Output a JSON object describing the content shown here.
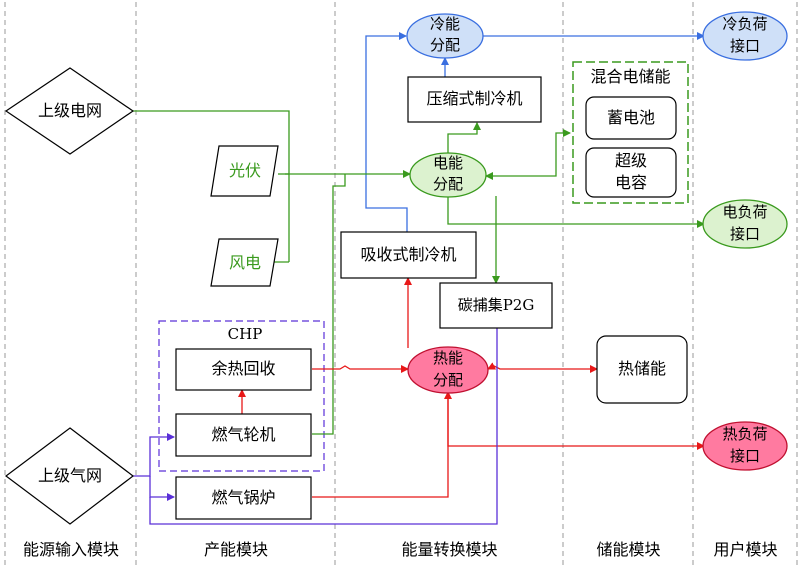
{
  "columns": {
    "input": "能源输入模块",
    "production": "产能模块",
    "conversion": "能量转换模块",
    "storage": "储能模块",
    "user": "用户模块"
  },
  "nodes": {
    "grid": "上级电网",
    "gas_grid": "上级气网",
    "pv": "光伏",
    "wind": "风电",
    "chp_title": "CHP",
    "waste_heat": "余热回收",
    "gas_turbine": "燃气轮机",
    "gas_boiler": "燃气锅炉",
    "cold_dist_1": "冷能",
    "cold_dist_2": "分配",
    "compression_chiller": "压缩式制冷机",
    "elec_dist_1": "电能",
    "elec_dist_2": "分配",
    "absorption_chiller": "吸收式制冷机",
    "carbon_capture": "碳捕集P2G",
    "heat_dist_1": "热能",
    "heat_dist_2": "分配",
    "hybrid_storage_title": "混合电储能",
    "battery": "蓄电池",
    "supercap_1": "超级",
    "supercap_2": "电容",
    "heat_storage": "热储能",
    "cold_load_1": "冷负荷",
    "cold_load_2": "接口",
    "elec_load_1": "电负荷",
    "elec_load_2": "接口",
    "heat_load_1": "热负荷",
    "heat_load_2": "接口"
  },
  "colors": {
    "cold_flow": "#3a6fe0",
    "elec_flow": "#3a9a1e",
    "heat_flow": "#e81818",
    "gas_flow": "#5a30d8",
    "cold_fill": "#cfe0f8",
    "elec_fill": "#dcf2cf",
    "heat_fill": "#ff7aa0"
  }
}
